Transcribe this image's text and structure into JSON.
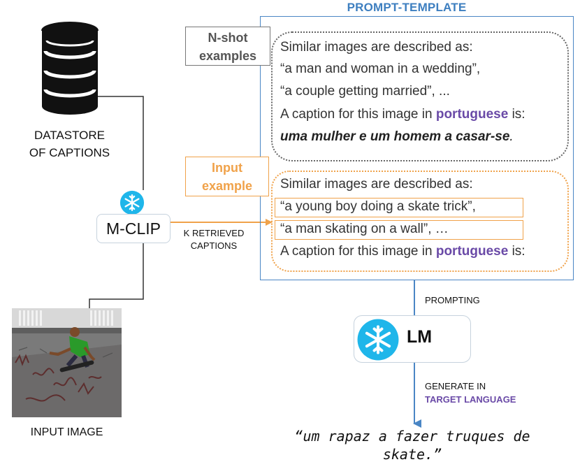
{
  "datastore": {
    "label_line1": "DATASTORE",
    "label_line2": "OF CAPTIONS",
    "icon": "database-icon"
  },
  "mclip": {
    "label": "M-CLIP",
    "icon": "snowflake-icon"
  },
  "retrieved": {
    "line1": "K RETRIEVED",
    "line2": "CAPTIONS"
  },
  "input_image": {
    "label": "INPUT IMAGE"
  },
  "prompt_template": {
    "title": "PROMPT-TEMPLATE",
    "nshot_tag_line1": "N-shot",
    "nshot_tag_line2": "examples",
    "nshot_lines": [
      "Similar images are described as:",
      "“a man and woman in a wedding”,",
      "“a couple getting married”, ..."
    ],
    "nshot_caption_prefix": "A caption for this image in ",
    "nshot_caption_lang": "portuguese",
    "nshot_caption_suffix": " is:",
    "nshot_answer": "uma mulher e um homem a casar-se",
    "nshot_answer_end": ".",
    "input_tag_line1": "Input",
    "input_tag_line2": "example",
    "input_lines": [
      "Similar images are described as:",
      "“a young boy doing a skate trick”,",
      "“a man skating on a wall”, …"
    ],
    "input_caption_prefix": "A caption for this image in ",
    "input_caption_lang": "portuguese",
    "input_caption_suffix": " is:"
  },
  "prompting": {
    "label": "PROMPTING"
  },
  "lm": {
    "label": "LM",
    "icon": "snowflake-icon"
  },
  "generate": {
    "line1": "GENERATE IN",
    "line2": "TARGET LANGUAGE"
  },
  "output": {
    "line1": "“um rapaz a fazer truques de",
    "line2": "skate.”"
  },
  "colors": {
    "template_blue": "#4a86c5",
    "input_orange": "#f0a24a",
    "lang_purple": "#6a4aa7",
    "icon_cyan": "#1fb6ea"
  }
}
